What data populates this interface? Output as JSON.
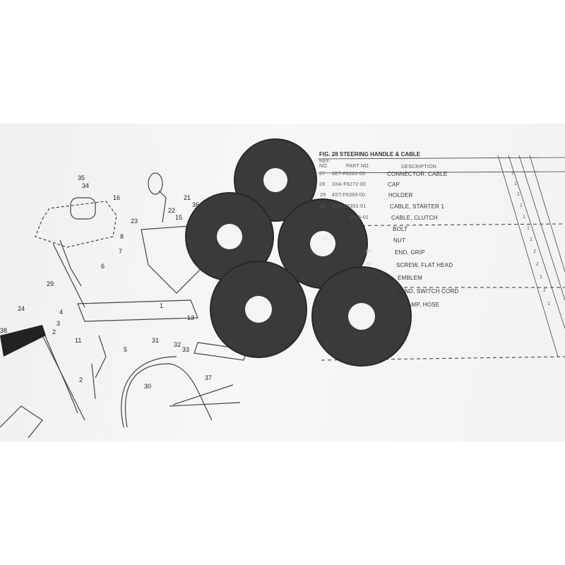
{
  "figure_title": "FIG. 28  STEERING HANDLE & CABLE",
  "table": {
    "headers": {
      "ref": "REF. NO.",
      "part": "PART NO.",
      "desc": "DESCRIPTION"
    },
    "rows": [
      {
        "ref": "27",
        "part": "2ET-F6261-00",
        "desc": "CONNECTOR, CABLE"
      },
      {
        "ref": "28",
        "part": "3XA-F6272-00",
        "desc": "CAP"
      },
      {
        "ref": "29",
        "part": "4ST-F6393-00",
        "desc": "HOLDER"
      },
      {
        "ref": "30",
        "part": "4US-F6331-01",
        "desc": "CABLE, STARTER 1"
      },
      {
        "ref": "",
        "part": "6335-01",
        "desc": "CABLE, CLUTCH"
      },
      {
        "ref": "",
        "part": "",
        "desc": "BOLT"
      },
      {
        "ref": "33",
        "part": "",
        "desc": "NUT"
      },
      {
        "ref": "",
        "part": "00",
        "desc": "END, GRIP"
      },
      {
        "ref": "",
        "part": "30",
        "desc": "SCREW, FLAT HEAD"
      },
      {
        "ref": "",
        "part": "",
        "desc": "EMBLEM"
      },
      {
        "ref": "",
        "part": "",
        "desc": "BAND, SWITCH CORD"
      },
      {
        "ref": "",
        "part": "",
        "desc": "AMP, HOSE"
      }
    ],
    "qty": [
      "1",
      "1",
      "1",
      "1",
      "1",
      "1",
      "1",
      "2",
      "2",
      "1",
      "2",
      "1"
    ]
  },
  "diagram_numbers": [
    "35",
    "34",
    "16",
    "21",
    "22",
    "23",
    "15",
    "36",
    "8",
    "7",
    "6",
    "29",
    "24",
    "4",
    "3",
    "2",
    "11",
    "1",
    "13",
    "5",
    "31",
    "32",
    "33",
    "30",
    "37",
    "38",
    "2"
  ]
}
